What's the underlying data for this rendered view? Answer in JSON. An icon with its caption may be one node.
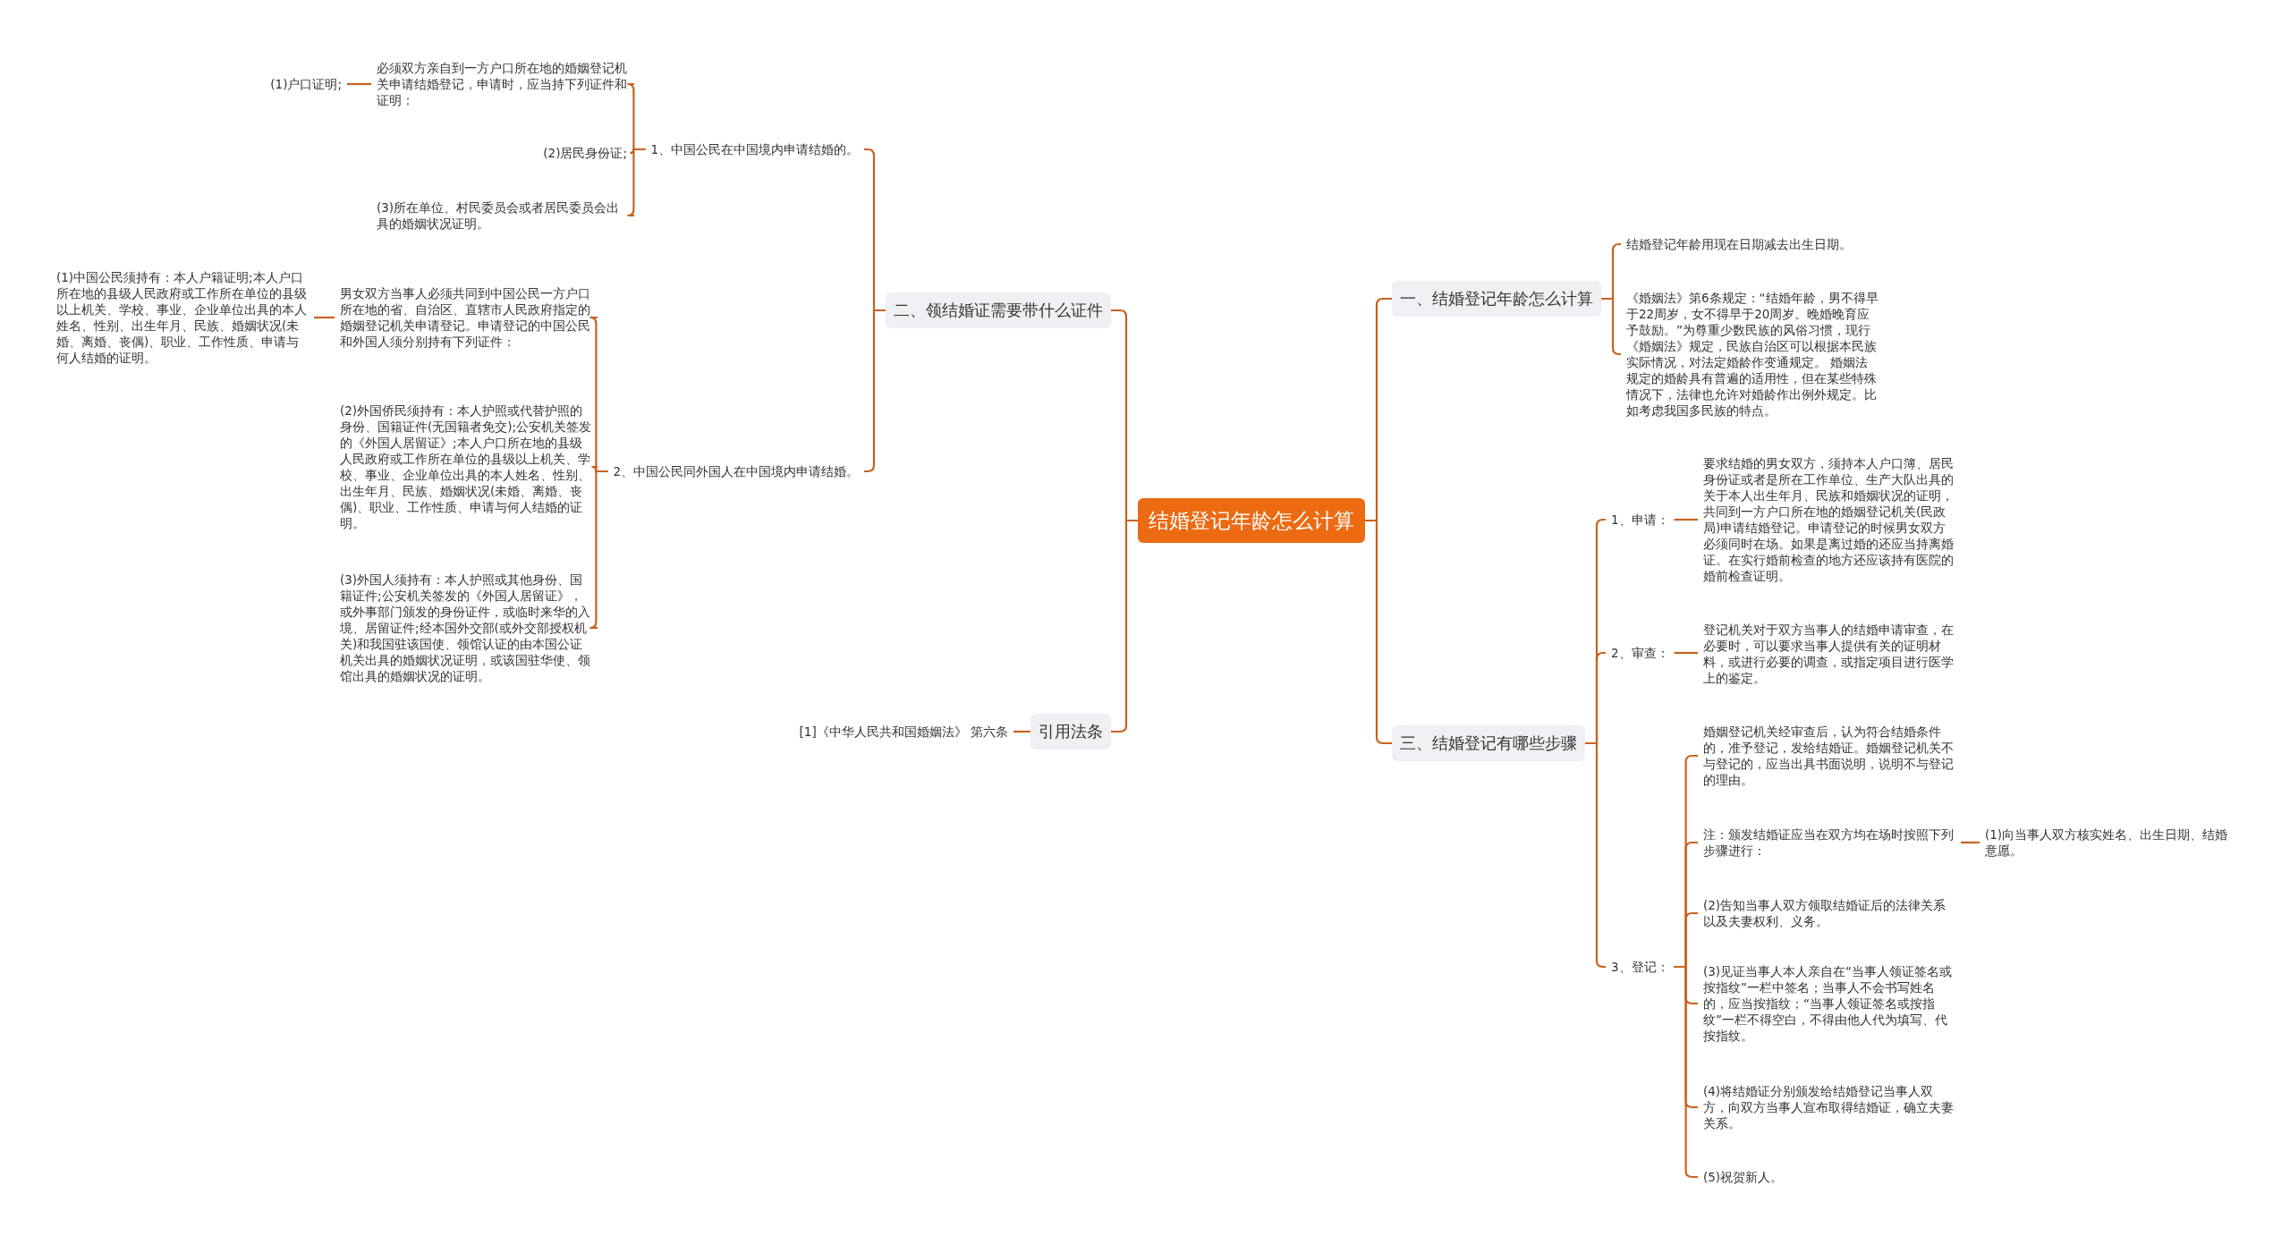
{
  "diagram": {
    "nodes": [
      {
        "text": [
          "结婚登记年龄怎么计算"
        ]
      },
      {
        "text": [
          "一、结婚登记年龄怎么计算"
        ]
      },
      {
        "text": [
          "结婚登记年龄用现在日期减去出生日期。"
        ]
      },
      {
        "text": [
          "《婚姻法》第6条规定：“结婚年龄，男不得早于22周岁，女不得早于20周岁。晚婚晚育应予鼓励。”为尊重少数民族的风俗习惯，现行《婚姻法》规定，民族自治区可以根据本民族实际情况，对法定婚龄作变通规定。 婚姻法规定的婚龄具有普遍的适用性，但在某些特殊情况下，法律也允许对婚龄作出例外规定。比如考虑我国多民族的特点。"
        ]
      },
      {
        "text": [
          "三、结婚登记有哪些步骤"
        ]
      },
      {
        "text": [
          "1、申请："
        ]
      },
      {
        "text": [
          "要求结婚的男女双方，须持本人户口簿、居民身份证或者是所在工作单位、生产大队出具的关于本人出生年月、民族和婚姻状况的证明，共同到一方户口所在地的婚姻登记机关(民政局)申请结婚登记。申请登记的时候男女双方必须同时在场。如果是离过婚的还应当持离婚证。在实行婚前检查的地方还应该持有医院的婚前检查证明。"
        ]
      },
      {
        "text": [
          "2、审查："
        ]
      },
      {
        "text": [
          "登记机关对于双方当事人的结婚申请审查，在必要时，可以要求当事人提供有关的证明材料，或进行必要的调查，或指定项目进行医学上的鉴定。"
        ]
      },
      {
        "text": [
          "3、登记："
        ]
      },
      {
        "text": [
          "婚姻登记机关经审查后，认为符合结婚条件的，准予登记，发给结婚证。婚姻登记机关不与登记的，应当出具书面说明，说明不与登记的理由。"
        ]
      },
      {
        "text": [
          "注：颁发结婚证应当在双方均在场时按照下列步骤进行："
        ]
      },
      {
        "text": [
          "(1)向当事人双方核实姓名、出生日期、结婚意愿。"
        ]
      },
      {
        "text": [
          "(2)告知当事人双方领取结婚证后的法律关系以及夫妻权利、义务。"
        ]
      },
      {
        "text": [
          "(3)见证当事人本人亲自在“当事人领证签名或按指纹”一栏中签名；当事人不会书写姓名的，应当按指纹；“当事人领证签名或按指纹”一栏不得空白，不得由他人代为填写、代按指纹。"
        ]
      },
      {
        "text": [
          "(4)将结婚证分别颁发给结婚登记当事人双方，向双方当事人宣布取得结婚证，确立夫妻关系。"
        ]
      },
      {
        "text": [
          "(5)祝贺新人。"
        ]
      },
      {
        "text": [
          "二、领结婚证需要带什么证件"
        ]
      },
      {
        "text": [
          "1、中国公民在中国境内申请结婚的。"
        ]
      },
      {
        "text": [
          "必须双方亲自到一方户口所在地的婚姻登记机关申请结婚登记，申请时，应当持下列证件和证明："
        ]
      },
      {
        "text": [
          "(1)户口证明;"
        ]
      },
      {
        "text": [
          "(2)居民身份证;"
        ]
      },
      {
        "text": [
          "(3)所在单位、村民委员会或者居民委员会出具的婚姻状况证明。"
        ]
      },
      {
        "text": [
          "2、中国公民同外国人在中国境内申请结婚。"
        ]
      },
      {
        "text": [
          "男女双方当事人必须共同到中国公民一方户口所在地的省、自治区、直辖市人民政府指定的婚姻登记机关申请登记。申请登记的中国公民和外国人须分别持有下列证件："
        ]
      },
      {
        "text": [
          "(1)中国公民须持有：本人户籍证明;本人户口所在地的县级人民政府或工作所在单位的县级以上机关、学校、事业、企业单位出具的本人姓名、性别、出生年月、民族、婚姻状况(未婚、离婚、丧偶)、职业、工作性质、申请与何人结婚的证明。"
        ]
      },
      {
        "text": [
          "(2)外国侨民须持有：本人护照或代替护照的身份、国籍证件(无国籍者免交);公安机关签发的《外国人居留证》;本人户口所在地的县级人民政府或工作所在单位的县级以上机关、学校、事业、企业单位出具的本人姓名、性别、出生年月、民族、婚姻状况(未婚、离婚、丧偶)、职业、工作性质、申请与何人结婚的证明。"
        ]
      },
      {
        "text": [
          "(3)外国人须持有：本人护照或其他身份、国籍证件;公安机关签发的《外国人居留证》，或外事部门颁发的身份证件，或临时来华的入境、居留证件;经本国外交部(或外交部授权机关)和我国驻该国使、领馆认证的由本国公证机关出具的婚姻状况证明，或该国驻华使、领馆出具的婚姻状况的证明。"
        ]
      },
      {
        "text": [
          "引用法条"
        ]
      },
      {
        "text": [
          "[1]《中华人民共和国婚姻法》 第六条"
        ]
      }
    ],
    "edges": [
      {
        "from": 0,
        "to": 1,
        "arrow": "none"
      },
      {
        "from": 0,
        "to": 4,
        "arrow": "none"
      },
      {
        "from": 0,
        "to": 17,
        "arrow": "none"
      },
      {
        "from": 0,
        "to": 28,
        "arrow": "none"
      },
      {
        "from": 1,
        "to": 2,
        "arrow": "none"
      },
      {
        "from": 1,
        "to": 3,
        "arrow": "none"
      },
      {
        "from": 4,
        "to": 5,
        "arrow": "none"
      },
      {
        "from": 4,
        "to": 7,
        "arrow": "none"
      },
      {
        "from": 4,
        "to": 9,
        "arrow": "none"
      },
      {
        "from": 5,
        "to": 6,
        "arrow": "none"
      },
      {
        "from": 7,
        "to": 8,
        "arrow": "none"
      },
      {
        "from": 9,
        "to": 10,
        "arrow": "none"
      },
      {
        "from": 9,
        "to": 11,
        "arrow": "none"
      },
      {
        "from": 9,
        "to": 13,
        "arrow": "none"
      },
      {
        "from": 9,
        "to": 14,
        "arrow": "none"
      },
      {
        "from": 9,
        "to": 15,
        "arrow": "none"
      },
      {
        "from": 9,
        "to": 16,
        "arrow": "none"
      },
      {
        "from": 11,
        "to": 12,
        "arrow": "none"
      },
      {
        "from": 17,
        "to": 18,
        "arrow": "none"
      },
      {
        "from": 17,
        "to": 23,
        "arrow": "none"
      },
      {
        "from": 18,
        "to": 19,
        "arrow": "none"
      },
      {
        "from": 18,
        "to": 21,
        "arrow": "none"
      },
      {
        "from": 18,
        "to": 22,
        "arrow": "none"
      },
      {
        "from": 19,
        "to": 20,
        "arrow": "none"
      },
      {
        "from": 23,
        "to": 24,
        "arrow": "none"
      },
      {
        "from": 23,
        "to": 26,
        "arrow": "none"
      },
      {
        "from": 23,
        "to": 27,
        "arrow": "none"
      },
      {
        "from": 24,
        "to": 25,
        "arrow": "none"
      },
      {
        "from": 28,
        "to": 29,
        "arrow": "none"
      }
    ]
  }
}
